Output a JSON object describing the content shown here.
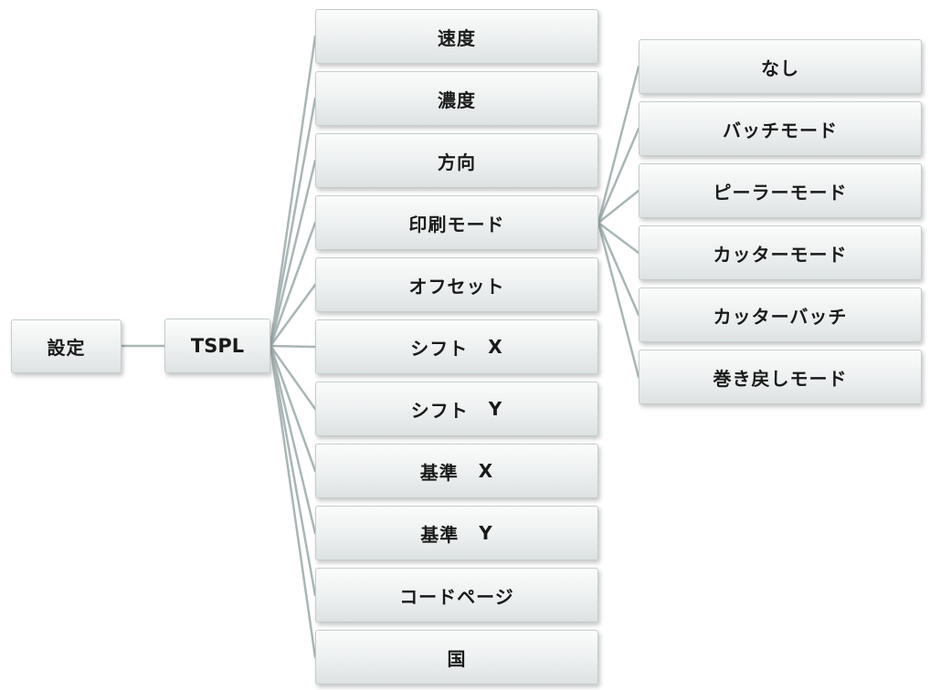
{
  "root": {
    "label": "設定"
  },
  "tspl": {
    "label": "TSPL"
  },
  "tspl_items": [
    {
      "label": "速度"
    },
    {
      "label": "濃度"
    },
    {
      "label": "方向"
    },
    {
      "label": "印刷モード"
    },
    {
      "label": "オフセット"
    },
    {
      "label": "シフト",
      "axis": "X"
    },
    {
      "label": "シフト",
      "axis": "Y"
    },
    {
      "label": "基準",
      "axis": "X"
    },
    {
      "label": "基準",
      "axis": "Y"
    },
    {
      "label": "コードページ"
    },
    {
      "label": "国"
    }
  ],
  "print_mode_items": [
    {
      "label": "なし"
    },
    {
      "label": "バッチモード"
    },
    {
      "label": "ピーラーモード"
    },
    {
      "label": "カッターモード"
    },
    {
      "label": "カッターバッチ"
    },
    {
      "label": "巻き戻しモード"
    }
  ],
  "colors": {
    "connector": "#a9b6b6",
    "node_border": "#c4cccc",
    "node_text": "#1a1a1a"
  }
}
